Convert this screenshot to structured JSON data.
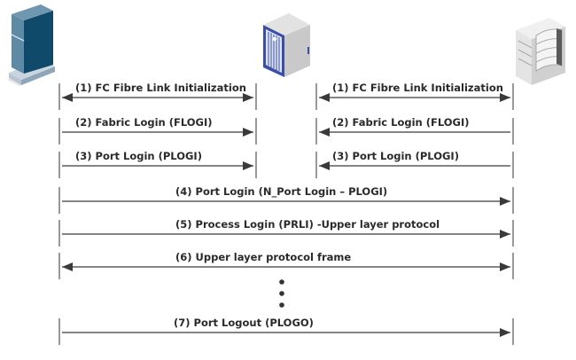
{
  "nodes": [
    {
      "id": "server",
      "icon": "server-tower-icon",
      "color": "#1f5a7a"
    },
    {
      "id": "switch",
      "icon": "fc-switch-icon",
      "color": "#3b4fa8"
    },
    {
      "id": "storage",
      "icon": "storage-array-icon",
      "color": "#d6d6d6"
    }
  ],
  "messages": [
    {
      "id": "m1a",
      "label": "(1) FC Fibre Link Initialization",
      "from": "server",
      "to": "switch",
      "direction": "both"
    },
    {
      "id": "m1b",
      "label": "(1) FC Fibre Link Initialization",
      "from": "switch",
      "to": "storage",
      "direction": "both"
    },
    {
      "id": "m2a",
      "label": "(2) Fabric Login (FLOGI)",
      "from": "server",
      "to": "switch",
      "direction": "right"
    },
    {
      "id": "m2b",
      "label": "(2) Fabric Login (FLOGI)",
      "from": "switch",
      "to": "storage",
      "direction": "left"
    },
    {
      "id": "m3a",
      "label": "(3) Port Login (PLOGI)",
      "from": "server",
      "to": "switch",
      "direction": "right"
    },
    {
      "id": "m3b",
      "label": "(3) Port Login (PLOGI)",
      "from": "switch",
      "to": "storage",
      "direction": "left"
    },
    {
      "id": "m4",
      "label": "(4) Port Login (N_Port Login – PLOGI)",
      "from": "server",
      "to": "storage",
      "direction": "right"
    },
    {
      "id": "m5",
      "label": "(5) Process Login (PRLI)  -Upper layer protocol",
      "from": "server",
      "to": "storage",
      "direction": "right"
    },
    {
      "id": "m6",
      "label": "(6) Upper layer protocol frame",
      "from": "server",
      "to": "storage",
      "direction": "both"
    },
    {
      "id": "m7",
      "label": "(7) Port Logout (PLOGO)",
      "from": "server",
      "to": "storage",
      "direction": "right"
    }
  ],
  "ellipsis": "continuation-dots",
  "colors": {
    "line": "#3a3a3a",
    "text": "#2a2a2a"
  }
}
